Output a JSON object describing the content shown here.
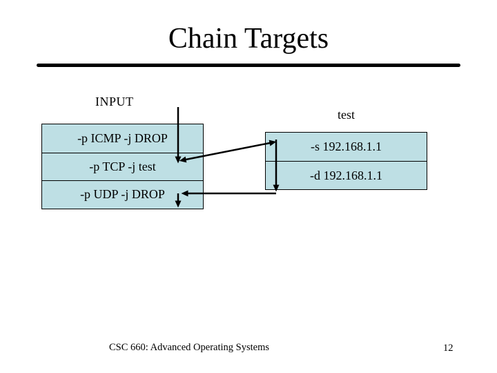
{
  "slide": {
    "title": "Chain Targets",
    "footer": "CSC 660: Advanced Operating Systems",
    "page_number": "12"
  },
  "diagram": {
    "input_chain": {
      "label": "INPUT",
      "rules": [
        "-p ICMP -j DROP",
        "-p TCP -j test",
        "-p UDP -j DROP"
      ]
    },
    "test_chain": {
      "label": "test",
      "rules": [
        "-s 192.168.1.1",
        "-d 192.168.1.1"
      ]
    },
    "arrows": [
      "input-to-tcp-rule",
      "tcp-rule-jump-to-test-chain",
      "test-chain-traversal",
      "test-chain-return-horizontal",
      "return-into-udp-rule"
    ]
  },
  "colors": {
    "background": "#FFFFFF",
    "table_fill": "#BEDFE4",
    "border": "#000000",
    "arrow": "#000000",
    "text": "#000000"
  }
}
